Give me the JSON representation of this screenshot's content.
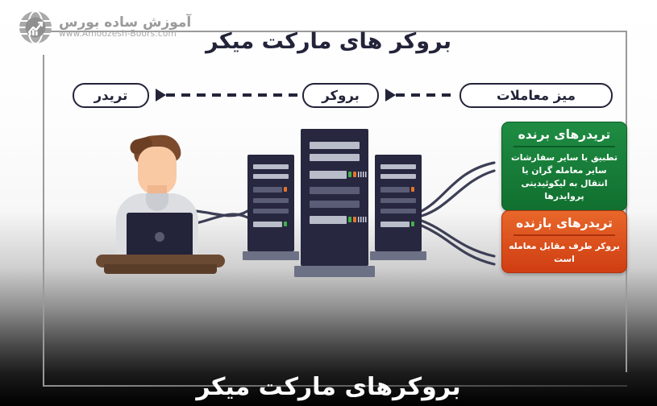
{
  "brand": {
    "logo_icon": "globe-chart-icon",
    "name": "آموزش ساده بورس",
    "url": "www.Amoozesh-Boors.com"
  },
  "headline": "بروکر های مارکت میکر",
  "flow": {
    "trader_label": "تریدر",
    "broker_label": "بروکر",
    "desk_label": "میز معاملات",
    "arrow_icon": "dashed-arrow-right-icon"
  },
  "illustration": {
    "person_alt": "trader-at-laptop",
    "server_alt": "server-rack",
    "cable_alt": "network-cable"
  },
  "cards": [
    {
      "id": "winning",
      "title": "تریدرهای برنده",
      "body": "تطبیق با سایر سفارشات سایر معامله گران یا انتقال به لیکوئیدیتی پروایدرها",
      "color": "#17843a"
    },
    {
      "id": "losing",
      "title": "تریدرهای بازنده",
      "body": "بروکر طرف مقابل معامله است",
      "color": "#dd4d19"
    }
  ],
  "bottom_banner": "بروکرهای مارکت میکر",
  "colors": {
    "ink": "#23233a",
    "green": "#17843a",
    "orange": "#dd4d19",
    "frame": "#9a9a9a",
    "logo_gray": "#9b9b9b"
  }
}
